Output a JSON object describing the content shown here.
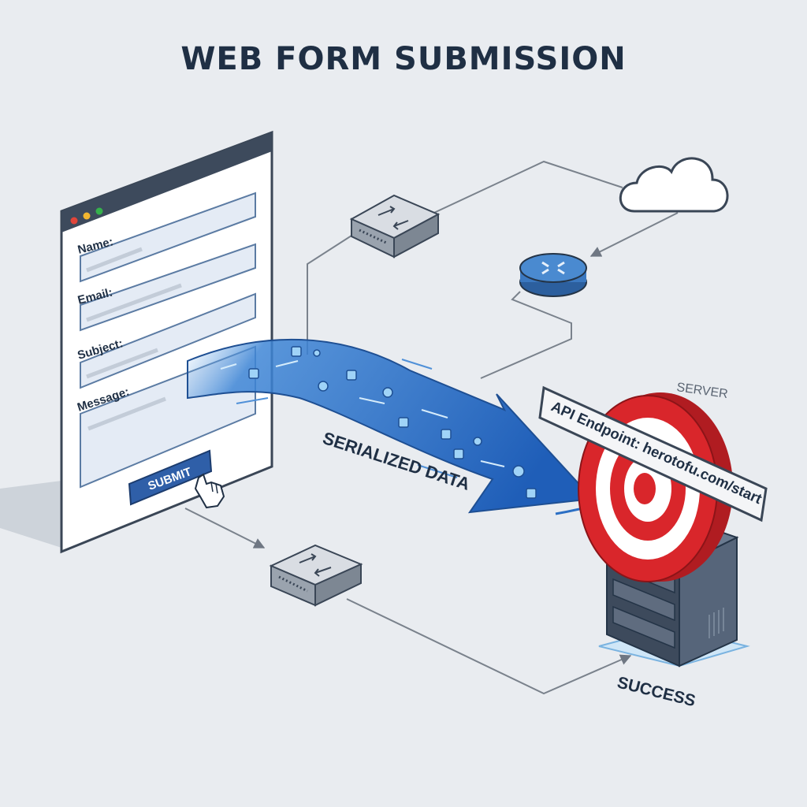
{
  "title": "WEB FORM SUBMISSION",
  "form": {
    "fields": [
      {
        "label": "Name:"
      },
      {
        "label": "Email:"
      },
      {
        "label": "Subject:"
      },
      {
        "label": "Message:"
      }
    ],
    "submit_label": "SUBMIT"
  },
  "flow": {
    "data_label": "SERIALIZED DATA"
  },
  "server": {
    "label": "SERVER",
    "endpoint_label": "API Endpoint: herotofu.com/start",
    "result_label": "SUCCESS"
  },
  "icons": [
    "cursor-hand-icon",
    "cloud-icon",
    "router-icon",
    "switch-icon",
    "target-icon"
  ],
  "colors": {
    "background": "#e9ecf0",
    "title": "#1f2f44",
    "arrow_blue": "#2b6fc4",
    "target_red": "#d9262b",
    "server_dark": "#3d4a5c",
    "button_blue": "#2f5fa8"
  }
}
